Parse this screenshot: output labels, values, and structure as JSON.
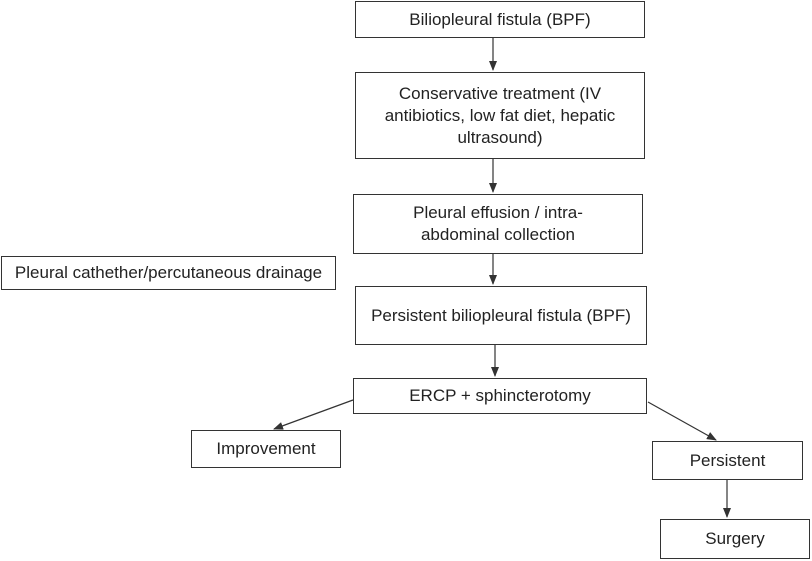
{
  "nodes": {
    "bpf": "Biliopleural fistula (BPF)",
    "conservative": "Conservative treatment (IV antibiotics, low fat diet, hepatic ultrasound)",
    "effusion": "Pleural effusion / intra-abdominal collection",
    "drainage": "Pleural cathether/percutaneous drainage",
    "persistent_bpf": "Persistent biliopleural fistula (BPF)",
    "ercp": "ERCP + sphincterotomy",
    "improvement": "Improvement",
    "persistent": "Persistent",
    "surgery": "Surgery"
  },
  "colors": {
    "line": "#333333",
    "text": "#222222",
    "background": "#ffffff"
  }
}
